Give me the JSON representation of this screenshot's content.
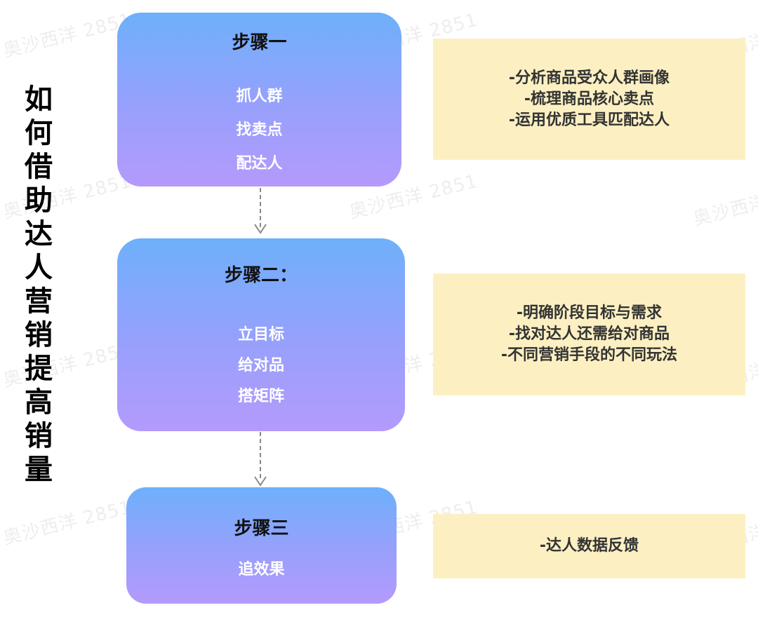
{
  "title": "如何借助达人营销提高销量",
  "watermark": "奥沙西洋 2851",
  "steps": [
    {
      "title": "步骤一",
      "items": [
        "抓人群",
        "找卖点",
        "配达人"
      ],
      "notes": [
        "-分析商品受众人群画像",
        "-梳理商品核心卖点",
        "-运用优质工具匹配达人"
      ]
    },
    {
      "title": "步骤二：",
      "items": [
        "立目标",
        "给对品",
        "搭矩阵"
      ],
      "notes": [
        "-明确阶段目标与需求",
        "-找对达人还需给对商品",
        "-不同营销手段的不同玩法"
      ]
    },
    {
      "title": "步骤三",
      "items": [
        "追效果"
      ],
      "notes": [
        "-达人数据反馈"
      ]
    }
  ],
  "colors": {
    "box_top": "#6eb0fb",
    "box_bottom": "#b49afc",
    "note_bg": "#fcf0c3",
    "arrow": "#888888"
  }
}
